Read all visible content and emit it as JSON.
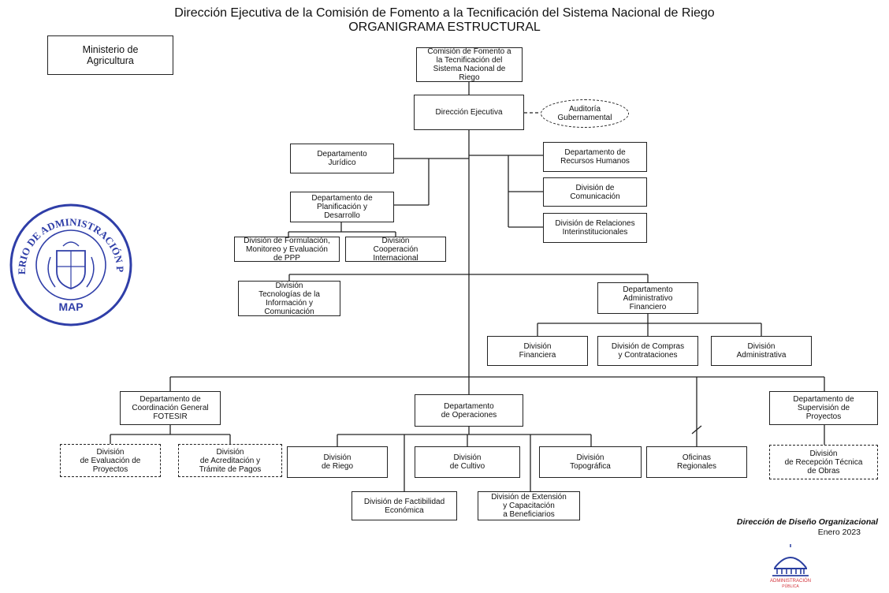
{
  "header": {
    "title": "Dirección Ejecutiva de la Comisión de Fomento a la Tecnificación del Sistema Nacional de Riego",
    "subtitle": "ORGANIGRAMA ESTRUCTURAL"
  },
  "org": {
    "ministerio": "Ministerio de\nAgricultura",
    "comision": "Comisión de Fomento a\nla Tecnificación del\nSistema Nacional de\nRiego",
    "direccion_ejecutiva": "Dirección Ejecutiva",
    "auditoria": "Auditoría\nGubernamental",
    "juridico": "Departamento\nJurídico",
    "planificacion": "Departamento de\nPlanificación y\nDesarrollo",
    "formulacion": "División de Formulación,\nMonitoreo y Evaluación\nde PPP",
    "cooperacion": "División\nCooperación\nInternacional",
    "tic": "División\nTecnologías de la\nInformación y\nComunicación",
    "rrhh": "Departamento de\nRecursos Humanos",
    "comunicacion": "División de\nComunicación",
    "relaciones": "División de Relaciones\nInterinstitucionales",
    "adm_financiero": "Departamento\nAdministrativo\nFinanciero",
    "financiera": "División\nFinanciera",
    "compras": "División de Compras\ny Contrataciones",
    "administrativa": "División\nAdministrativa",
    "fotesir": "Departamento de\nCoordinación General\nFOTESIR",
    "evaluacion_proyectos": "División\nde Evaluación de\nProyectos",
    "acreditacion": "División\nde Acreditación y\nTrámite de Pagos",
    "operaciones": "Departamento\nde Operaciones",
    "riego": "División\nde Riego",
    "cultivo": "División\nde Cultivo",
    "topografica": "División\nTopográfica",
    "factibilidad": "División de Factibilidad\nEconómica",
    "extension": "División de Extensión\ny Capacitación\na Beneficiarios",
    "oficinas": "Oficinas\nRegionales",
    "supervision": "Departamento de\nSupervisión de\nProyectos",
    "recepcion": "División\nde Recepción Técnica\nde Obras"
  },
  "footer": {
    "unit": "Dirección de Diseño Organizacional",
    "date": "Enero 2023"
  },
  "seal": {
    "ring_text": "MINISTERIO DE ADMINISTRACIÓN PÚBLICA",
    "acronym": "MAP",
    "color": "#2f3ea8"
  },
  "logo": {
    "text_lines": [
      "ADMINISTRACIÓN",
      "PÚBLICA"
    ],
    "color": "#2a3fa0",
    "accent": "#d3323a"
  }
}
